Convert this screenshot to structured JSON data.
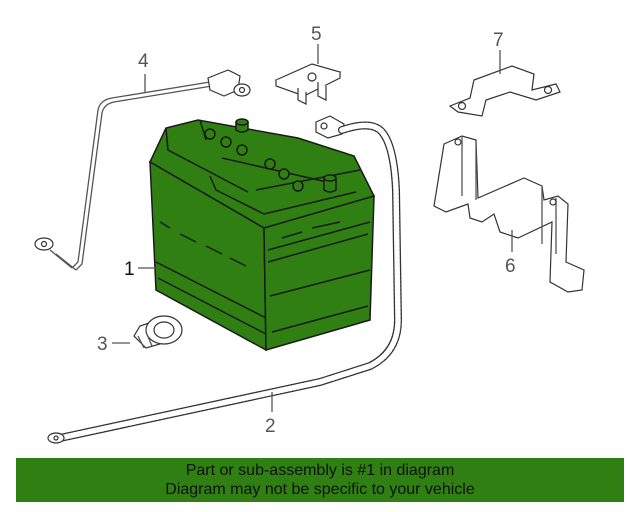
{
  "callouts": {
    "battery": "1",
    "cable_negative": "2",
    "vent_plug": "3",
    "cable_positive": "4",
    "hold_down": "5",
    "tray": "6",
    "clamp": "7"
  },
  "banner": {
    "line1": "Part or sub-assembly is #1 in diagram",
    "line2": "Diagram may not be specific to your vehicle"
  },
  "colors": {
    "highlight": "#2f7f12",
    "banner": "#2f7f12",
    "line": "#555555"
  }
}
